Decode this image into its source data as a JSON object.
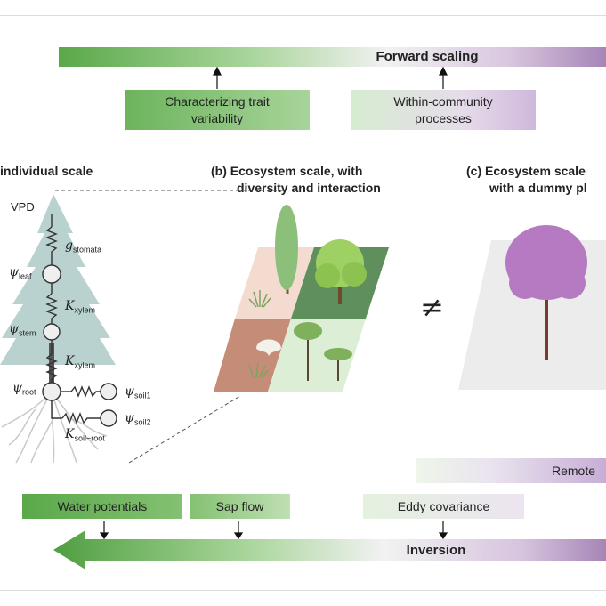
{
  "forward_scaling": {
    "label": "Forward scaling"
  },
  "boxes_top": {
    "trait": "Characterizing trait variability",
    "within": "Within-community processes"
  },
  "panels": {
    "a_title": "individual scale",
    "b_title_line1": "(b)  Ecosystem scale, with",
    "b_title_line2": "diversity and interaction",
    "c_title_line1": "(c)  Ecosystem scale",
    "c_title_line2": "with a dummy pl"
  },
  "hydraulic_model": {
    "vpd": "VPD",
    "g": "g",
    "g_sub": "stomata",
    "psi": "ψ",
    "psi_leaf_sub": "leaf",
    "k": "K",
    "kxylem_sub": "xylem",
    "psi_stem_sub": "stem",
    "psi_root_sub": "root",
    "psi_soil1_sub": "soil1",
    "psi_soil2_sub": "soil2",
    "ksoil_sub": "soil−root"
  },
  "not_equal": "≠",
  "bottom": {
    "remote": "Remote",
    "water_potentials": "Water potentials",
    "sap_flow": "Sap flow",
    "eddy_covariance": "Eddy covariance",
    "inversion": "Inversion"
  },
  "colors": {
    "green_dark": "#5aa84a",
    "green_light": "#a9d59b",
    "purple": "#a785b6",
    "spruce": "#b9d2cf",
    "tree_purple": "#b57ac2"
  }
}
